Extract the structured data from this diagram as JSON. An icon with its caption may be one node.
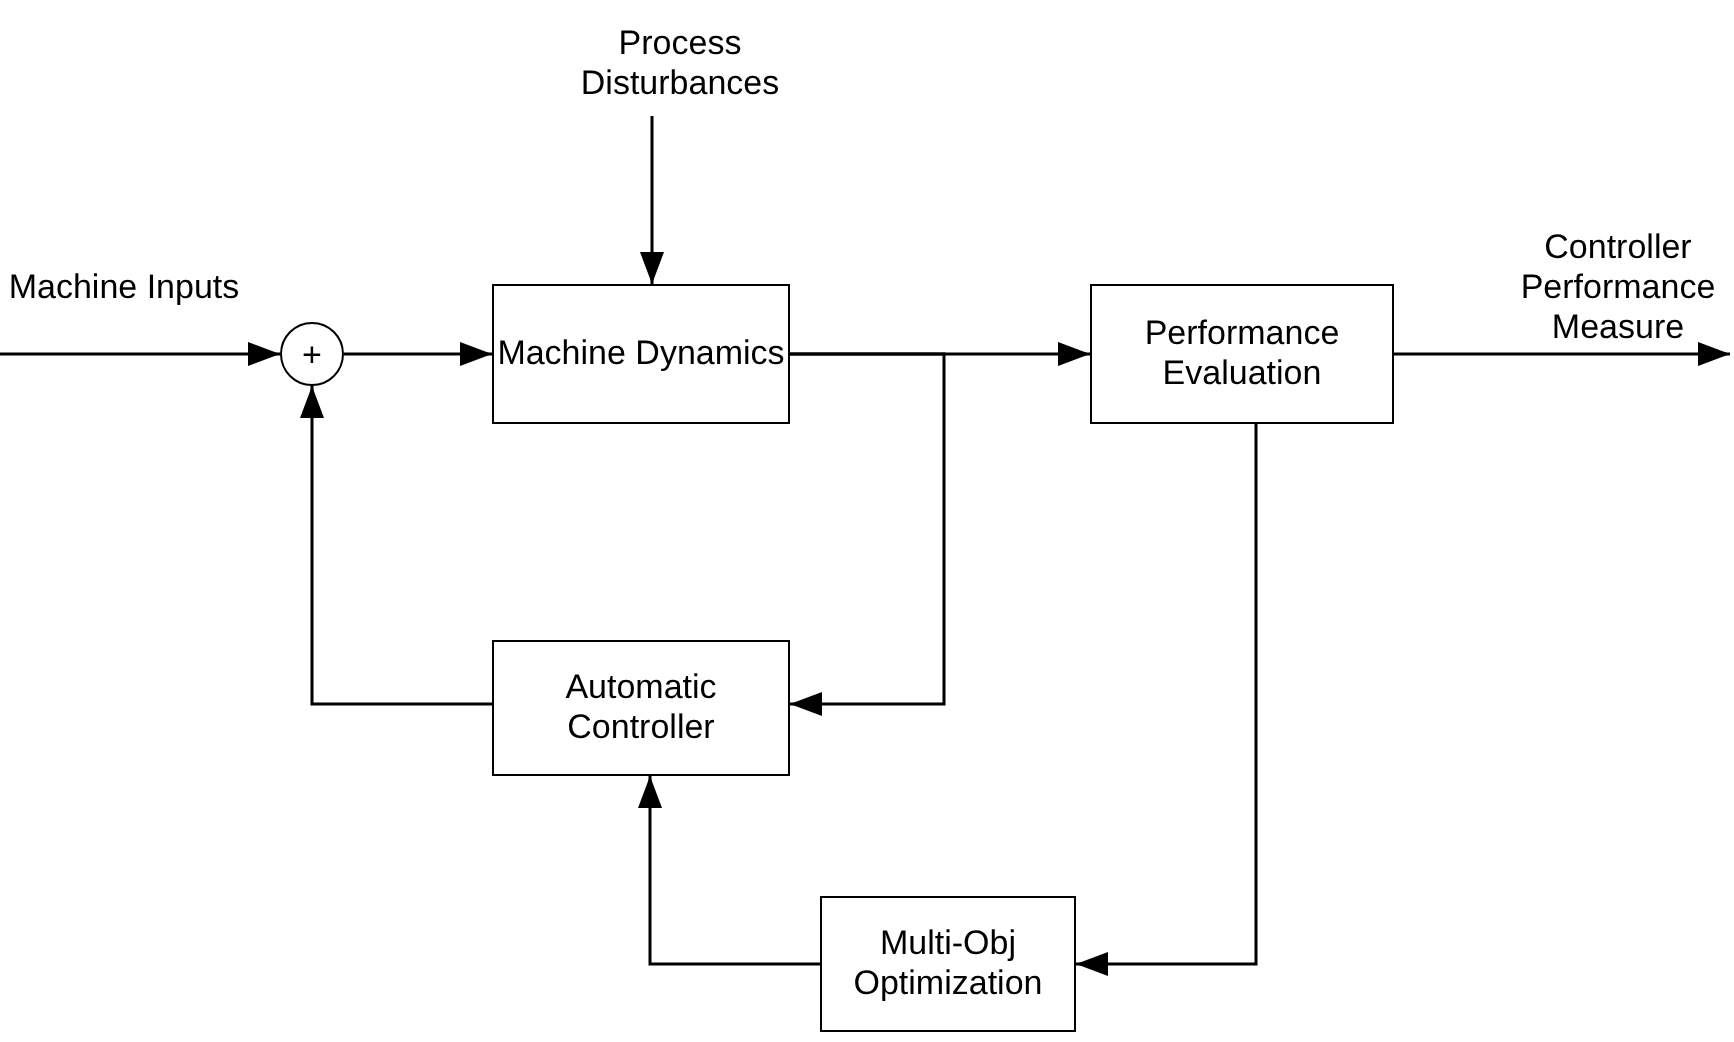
{
  "diagram": {
    "nodes": [
      {
        "text": [
          "Process Disturbances"
        ]
      },
      {
        "text": [
          "+"
        ]
      },
      {
        "text": [
          "Machine Dynamics"
        ]
      },
      {
        "text": [
          "Performance Evaluation"
        ]
      },
      {
        "text": [
          "Automatic Controller"
        ]
      },
      {
        "text": [
          "Multi-Obj Optimization"
        ]
      }
    ],
    "edges": [
      {
        "from": null,
        "to": 1,
        "arrow": "to",
        "label": "Machine Inputs"
      },
      {
        "from": 0,
        "to": 2,
        "arrow": "to"
      },
      {
        "from": 1,
        "to": 2,
        "arrow": "to"
      },
      {
        "from": 2,
        "to": 3,
        "arrow": "to"
      },
      {
        "from": 2,
        "to": 4,
        "arrow": "to"
      },
      {
        "from": 4,
        "to": 1,
        "arrow": "to"
      },
      {
        "from": 3,
        "to": 5,
        "arrow": "to"
      },
      {
        "from": 5,
        "to": 4,
        "arrow": "to"
      },
      {
        "from": 3,
        "to": null,
        "arrow": "to",
        "label": "Controller Performance Measure"
      }
    ]
  }
}
